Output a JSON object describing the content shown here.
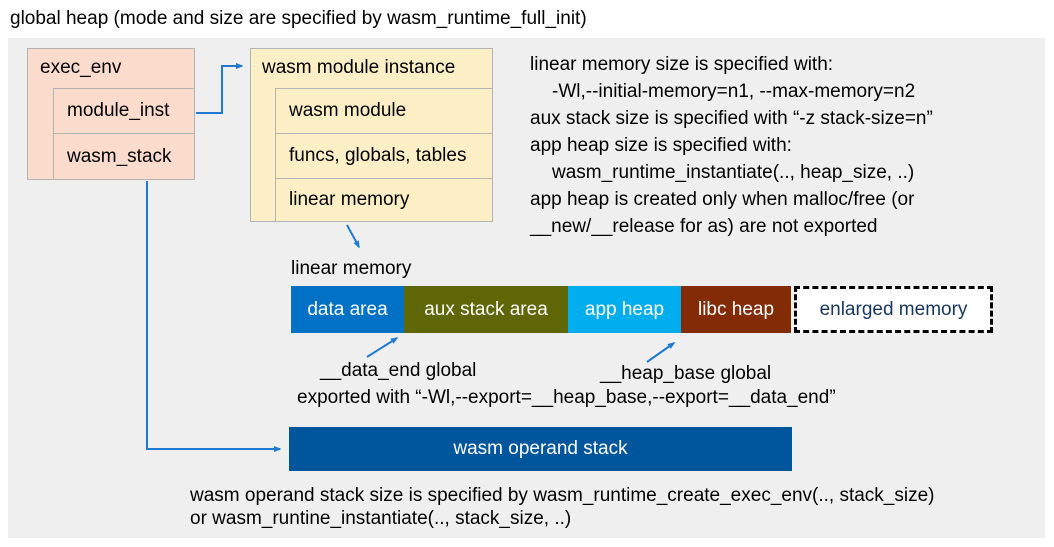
{
  "title": "global heap (mode and size are specified by wasm_runtime_full_init)",
  "exec_env": {
    "title": "exec_env",
    "rows": [
      "module_inst",
      "wasm_stack"
    ]
  },
  "module_instance": {
    "title": "wasm module instance",
    "rows": [
      "wasm module",
      "funcs, globals, tables",
      "linear memory"
    ]
  },
  "notes": {
    "lines": [
      "linear memory size is specified with:",
      "-Wl,--initial-memory=n1, --max-memory=n2",
      "aux stack size is specified with “-z stack-size=n”",
      "app heap size is specified with:",
      "wasm_runtime_instantiate(.., heap_size, ..)",
      "app heap is created only when malloc/free (or",
      "__new/__release for as) are not exported"
    ]
  },
  "linear_memory": {
    "label": "linear memory"
  },
  "memory_bar": {
    "segments": [
      {
        "label": "data area",
        "color": "#0071c5"
      },
      {
        "label": "aux stack area",
        "color": "#5e6606"
      },
      {
        "label": "app heap",
        "color": "#00aeef"
      },
      {
        "label": "libc heap",
        "color": "#822b06"
      }
    ],
    "enlarged": {
      "label": "enlarged memory",
      "text_color": "#17365d"
    }
  },
  "annotations": {
    "data_end": "__data_end global",
    "heap_base": "__heap_base global",
    "exported": "exported with “-Wl,--export=__heap_base,--export=__data_end”"
  },
  "operand_stack": {
    "label": "wasm operand stack",
    "color": "#00569d"
  },
  "footer": {
    "lines": [
      "wasm operand stack size is specified by wasm_runtime_create_exec_env(.., stack_size)",
      "or wasm_runtine_instantiate(.., stack_size, ..)"
    ]
  },
  "arrow_color": "#1e7ad2",
  "panel_color": "#efefef"
}
